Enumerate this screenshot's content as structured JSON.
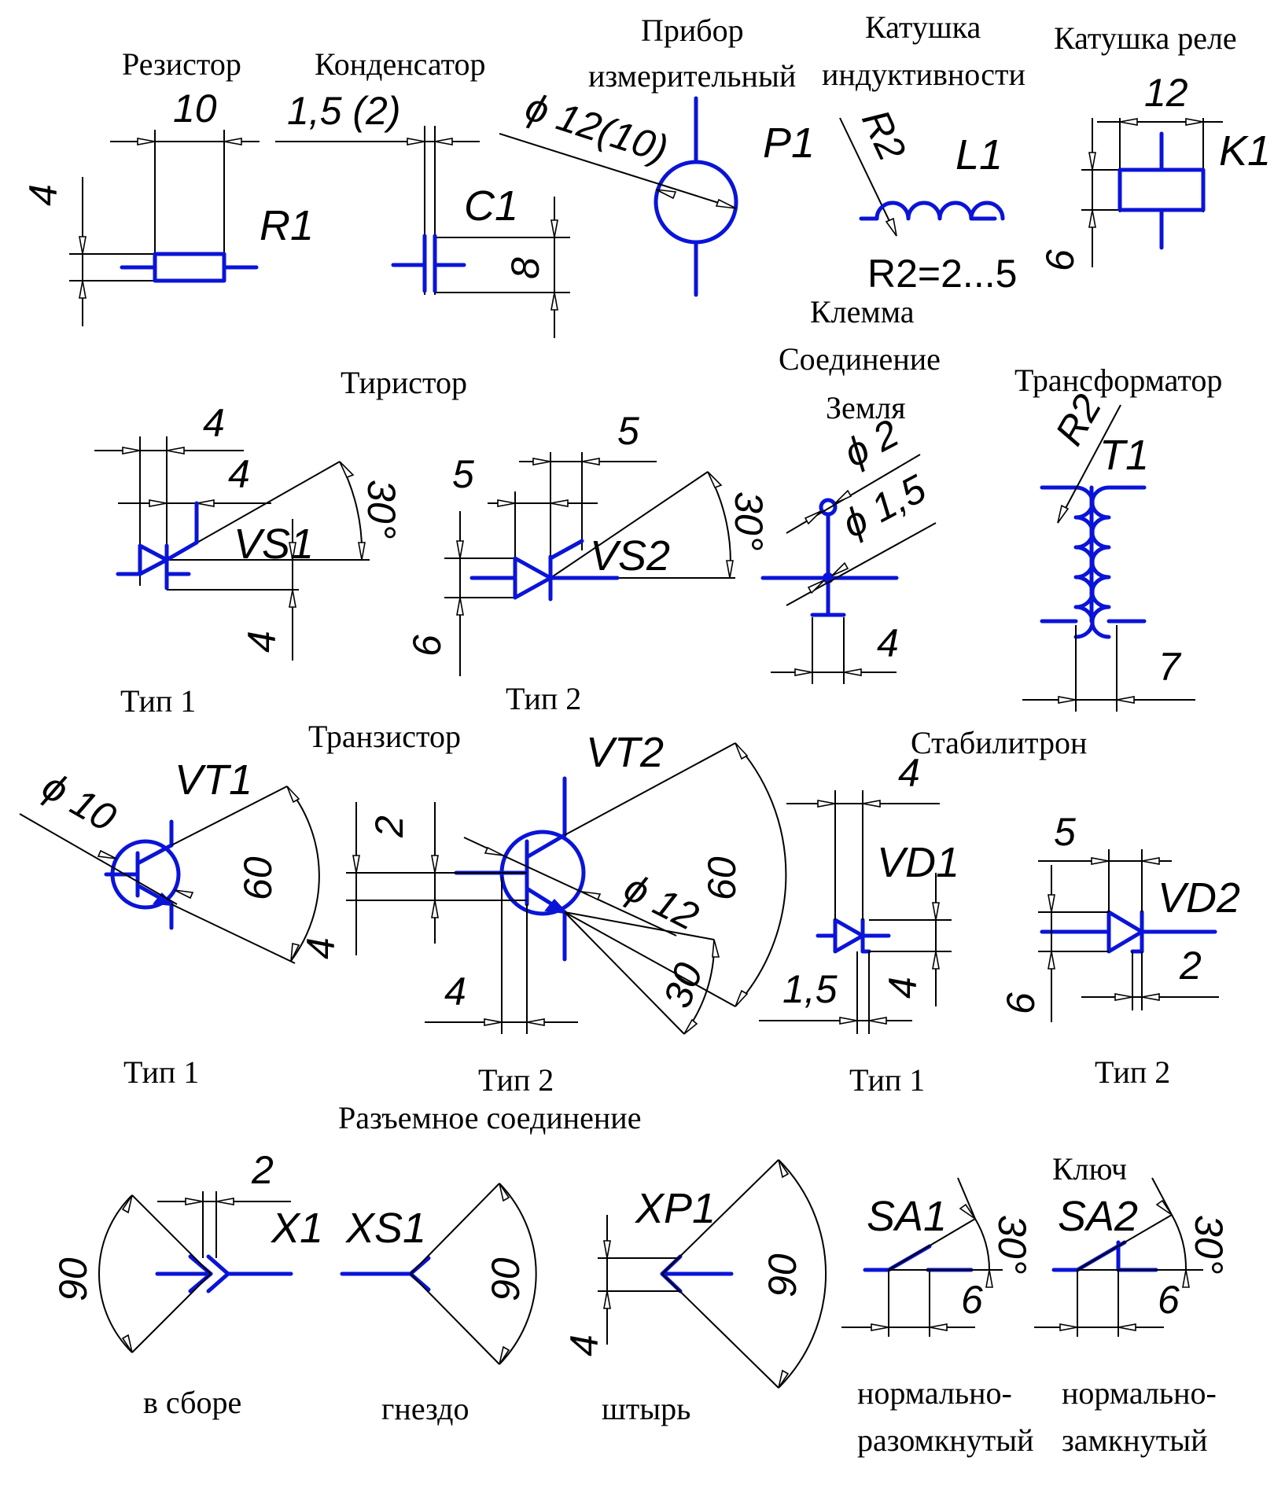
{
  "colors": {
    "symbol": "#0a14d8",
    "dimension_lines": "#000000",
    "background": "#ffffff"
  },
  "titles": {
    "resistor": "Резистор",
    "capacitor": "Конденсатор",
    "meter_line1": "Прибор",
    "meter_line2": "измерительный",
    "inductor_line1": "Катушка",
    "inductor_line2": "индуктивности",
    "relay": "Катушка реле",
    "terminal": "Клемма",
    "junction": "Соединение",
    "ground": "Земля",
    "thyristor": "Тиристор",
    "transformer": "Трансформатор",
    "transistor": "Транзистор",
    "zener": "Стабилитрон",
    "connector": "Разъемное соединение",
    "switch": "Ключ"
  },
  "captions": {
    "type1": "Тип 1",
    "type2": "Тип 2",
    "assembled": "в сборе",
    "socket": "гнездо",
    "pin": "штырь",
    "no_line1": "нормально-",
    "no_line2": "разомкнутый",
    "nc_line1": "нормально-",
    "nc_line2": "замкнутый"
  },
  "designators": {
    "R1": "R1",
    "C1": "C1",
    "P1": "P1",
    "L1": "L1",
    "K1": "K1",
    "VS1": "VS1",
    "VS2": "VS2",
    "T1": "T1",
    "VT1": "VT1",
    "VT2": "VT2",
    "VD1": "VD1",
    "VD2": "VD2",
    "X1": "X1",
    "XS1": "XS1",
    "XP1": "XP1",
    "SA1": "SA1",
    "SA2": "SA2"
  },
  "dims": {
    "r_len": "10",
    "r_h": "4",
    "c_gap": "1,5 (2)",
    "c_h": "8",
    "p_dia": "ϕ 12(10)",
    "l_r": "R2",
    "l_range": "R2=2...5",
    "k_w": "12",
    "k_h": "6",
    "vs1_a": "4",
    "vs1_b": "4",
    "vs1_c": "4",
    "vs1_ang": "30°",
    "vs2_a": "5",
    "vs2_b": "5",
    "vs2_h": "6",
    "vs2_ang": "30°",
    "term_d": "ϕ 2",
    "junc_d": "ϕ 1,5",
    "gnd_w": "4",
    "t_r": "R2",
    "t_w": "7",
    "vt1_d": "ϕ 10",
    "vt1_ang": "60",
    "vt1_b": "4",
    "vt2_a": "2",
    "vt2_d": "ϕ 12",
    "vt2_ang": "60",
    "vt2_ang2": "30",
    "vt2_b": "4",
    "vd1_w": "4",
    "vd1_a": "1,5",
    "vd1_h": "4",
    "vd2_w": "5",
    "vd2_a": "2",
    "vd2_h": "6",
    "x1_gap": "2",
    "x1_ang": "90",
    "xs_ang": "90",
    "xp_ang": "90",
    "xp_h": "4",
    "sa1_ang": "30°",
    "sa1_len": "6",
    "sa2_ang": "30°",
    "sa2_len": "6"
  }
}
